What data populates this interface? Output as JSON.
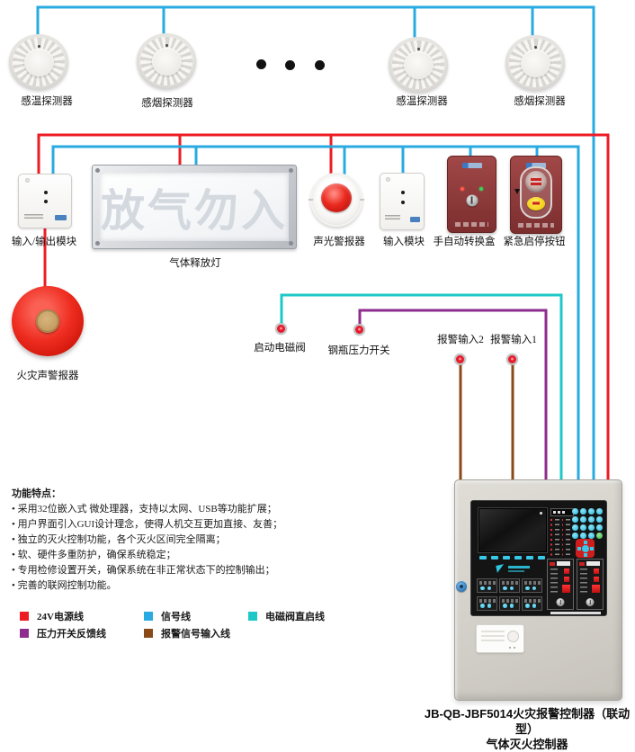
{
  "wires": {
    "power": "#ed1c24",
    "signal": "#29abe2",
    "solenoid": "#1fc8c8",
    "pressure": "#8e2d8e",
    "alarm": "#8a4a18"
  },
  "detectors": [
    {
      "label": "感温探测器"
    },
    {
      "label": "感烟探测器"
    },
    {
      "label": "感温探测器"
    },
    {
      "label": "感烟探测器"
    }
  ],
  "devices": {
    "io_module": "输入/输出模块",
    "gas_lamp": "气体释放灯",
    "gas_lamp_text": "放气勿入",
    "sound_light_alarm": "声光警报器",
    "input_module": "输入模块",
    "manual_auto_box": "手自动转换盒",
    "emergency_button": "紧急启停按钮",
    "fire_bell": "火灾声警报器",
    "solenoid_valve": "启动电磁阀",
    "pressure_switch": "钢瓶压力开关",
    "alarm_input_2": "报警输入2",
    "alarm_input_1": "报警输入1"
  },
  "features": {
    "title": "功能特点：",
    "items": [
      "• 采用32位嵌入式 微处理器，支持以太网、USB等功能扩展；",
      "• 用户界面引入GUI设计理念，使得人机交互更加直接、友善；",
      "• 独立的灭火控制功能，各个灭火区间完全隔离；",
      "• 软、硬件多重防护，确保系统稳定；",
      "• 专用检修设置开关，确保系统在非正常状态下的控制输出；",
      "• 完善的联网控制功能。"
    ]
  },
  "legend": {
    "items": [
      {
        "label": "24V电源线",
        "color": "#ed1c24"
      },
      {
        "label": "信号线",
        "color": "#29abe2"
      },
      {
        "label": "电磁阀直启线",
        "color": "#1fc8c8"
      },
      {
        "label": "压力开关反馈线",
        "color": "#8e2d8e"
      },
      {
        "label": "报警信号输入线",
        "color": "#8a4a18"
      }
    ]
  },
  "panel": {
    "caption_line1": "JB-QB-JBF5014火灾报警控制器（联动型）",
    "caption_line2": "气体灭火控制器"
  }
}
